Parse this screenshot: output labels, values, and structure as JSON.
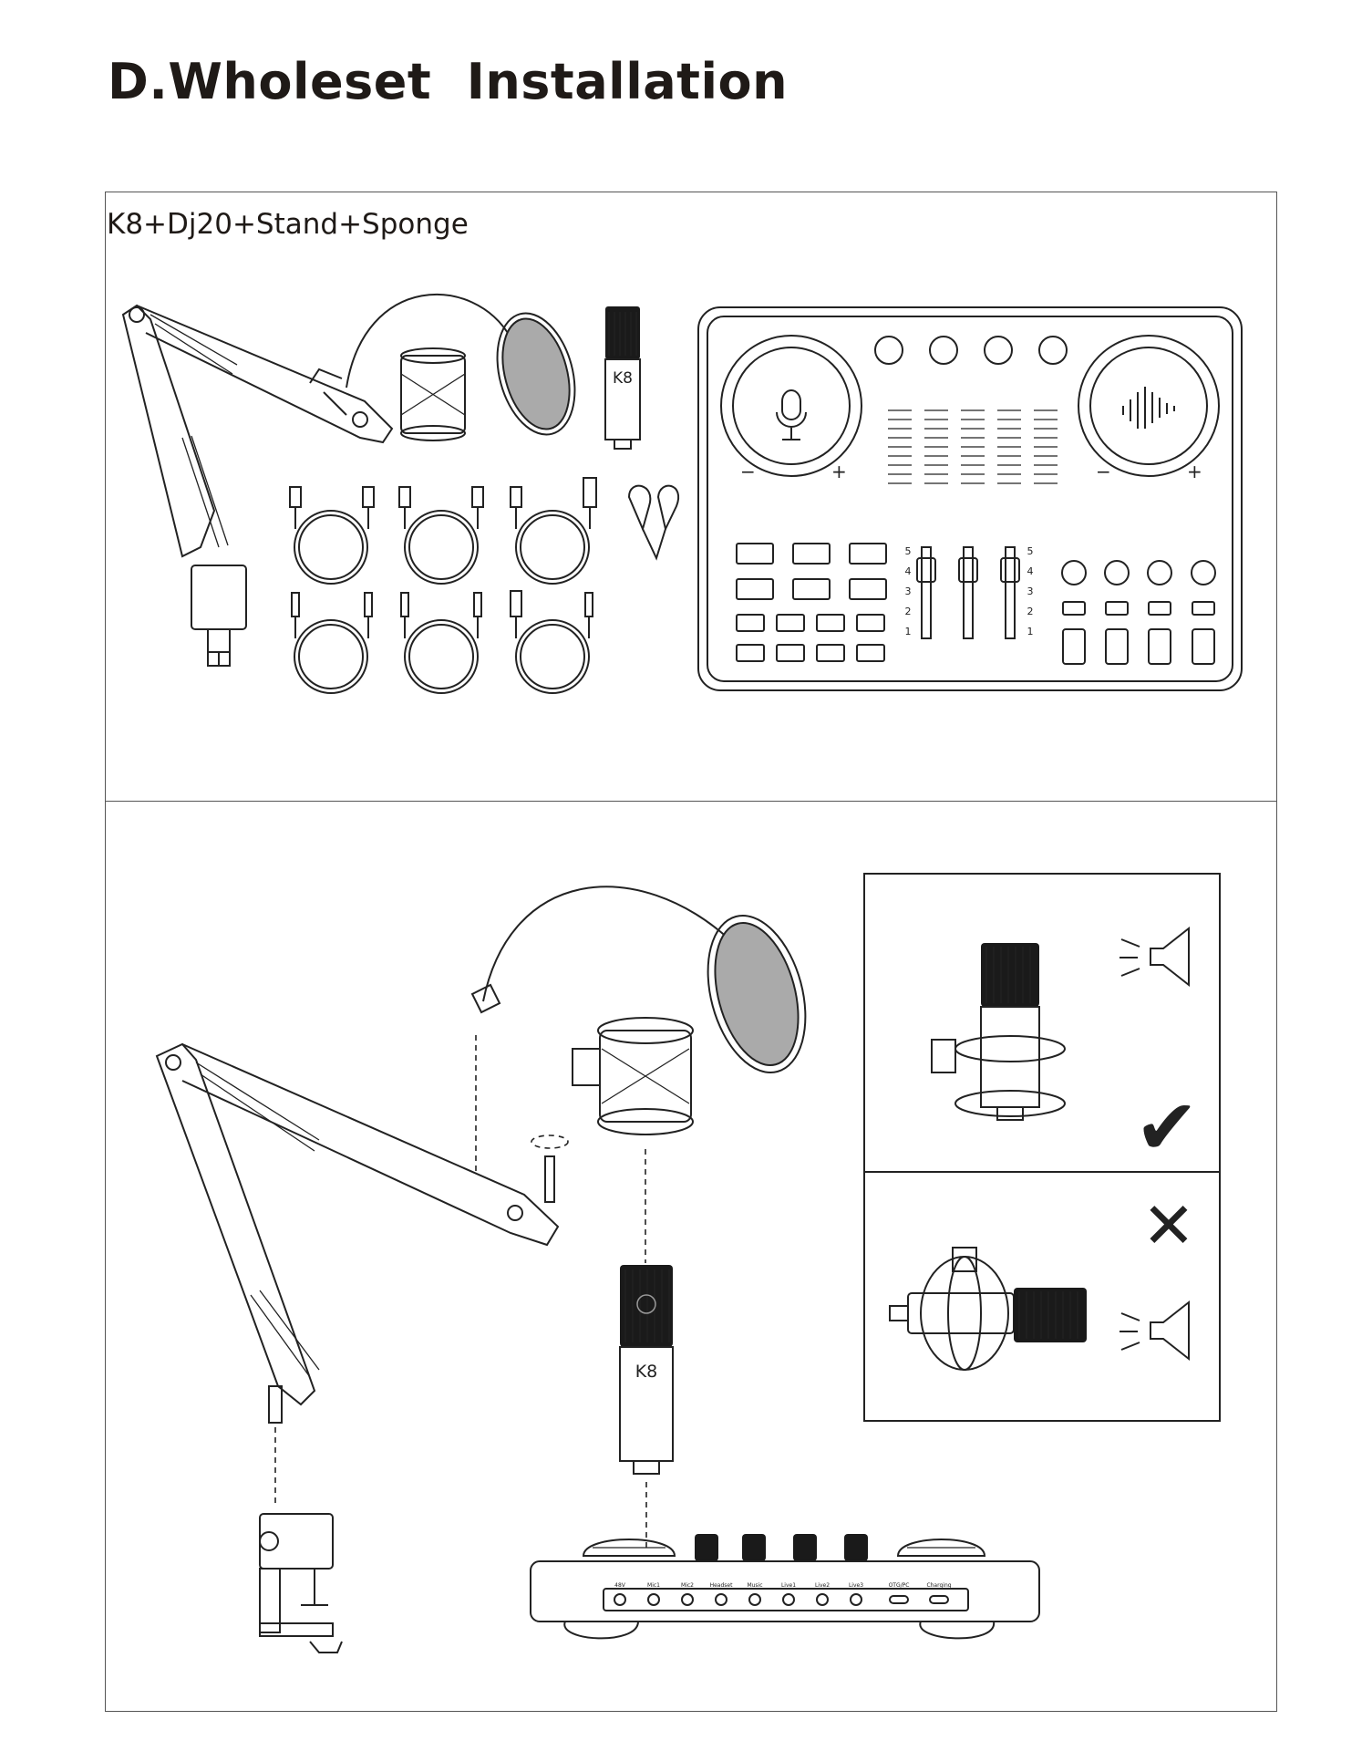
{
  "title": "D.Wholeset  Installation",
  "set_name": "K8+Dj20+Stand+Sponge",
  "mic_model": "K8",
  "knob_signs": {
    "minus": "−",
    "plus": "+"
  },
  "fader_scale": [
    "5",
    "4",
    "3",
    "2",
    "1"
  ],
  "back_panel_ports": [
    "48V",
    "Mic1",
    "Mic2",
    "Headset",
    "Music",
    "Live1",
    "Live2",
    "Live3",
    "OTG/PC",
    "Charging"
  ],
  "correct_mark": "✔",
  "wrong_mark": "✕"
}
